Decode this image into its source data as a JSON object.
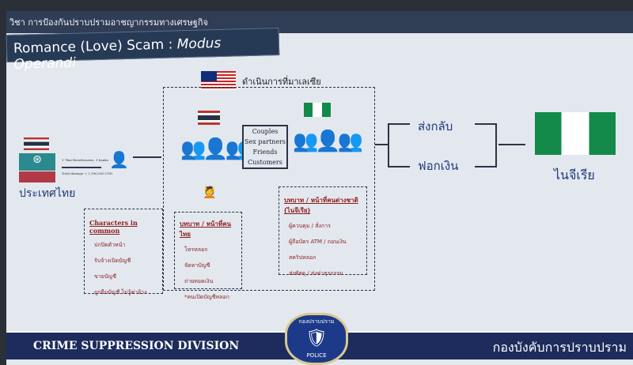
{
  "header": {
    "subtitle": "วิชา การป้องกันปราบปรามอาชญากรรมทางเศรษฐกิจ",
    "title_plain": "Romance (Love) Scam : ",
    "title_italic": "Modus Operandi"
  },
  "diagram": {
    "malaysia_label": "ดำเนินการที่มาเลเซีย",
    "thailand_label": "ประเทศไทย",
    "arrow_top": "1 Thai Beneficiaries, 1 banks",
    "arrow_bottom": "Total damage = 2,196,000 USD",
    "relations": [
      "Couples",
      "Sex partners",
      "Friends",
      "Customers"
    ],
    "send_back": "ส่งกลับ",
    "launder": "ฟอกเงิน",
    "nigeria_label": "ไนจีเรีย",
    "common_box": {
      "title": "Characters in common",
      "items": [
        "ปกปิดตัวหน้า",
        "รับจ้างเปิดบัญชี",
        "ขายบัญชี",
        "ถูกยืมบัญชี ไม่รู้ค่าจ้าง"
      ]
    },
    "thai_box": {
      "title": "บทบาท / หน้าที่คนไทย",
      "items": [
        "โทรหลอก",
        "จัดหาบัญชี",
        "ถ่ายทอดเงิน"
      ],
      "note": "*คนเปิดบัญชีหลอก"
    },
    "nigerian_box": {
      "title": "บทบาท / หน้าที่คนต่างชาติ (ไนจีเรีย)",
      "items": [
        "ผู้ควบคุม / สั่งการ",
        "ผู้ถือบัตร ATM / ถอนเงิน",
        "สคริปหลอก",
        "ส่งพัสดุ / ส่งค่าธุรกรรม"
      ]
    }
  },
  "footer": {
    "left": "CRIME SUPPRESSION DIVISION",
    "right": "กองบังคับการปราบปราม",
    "badge_top": "กองปราบปราม",
    "badge_bottom": "POLICE"
  }
}
